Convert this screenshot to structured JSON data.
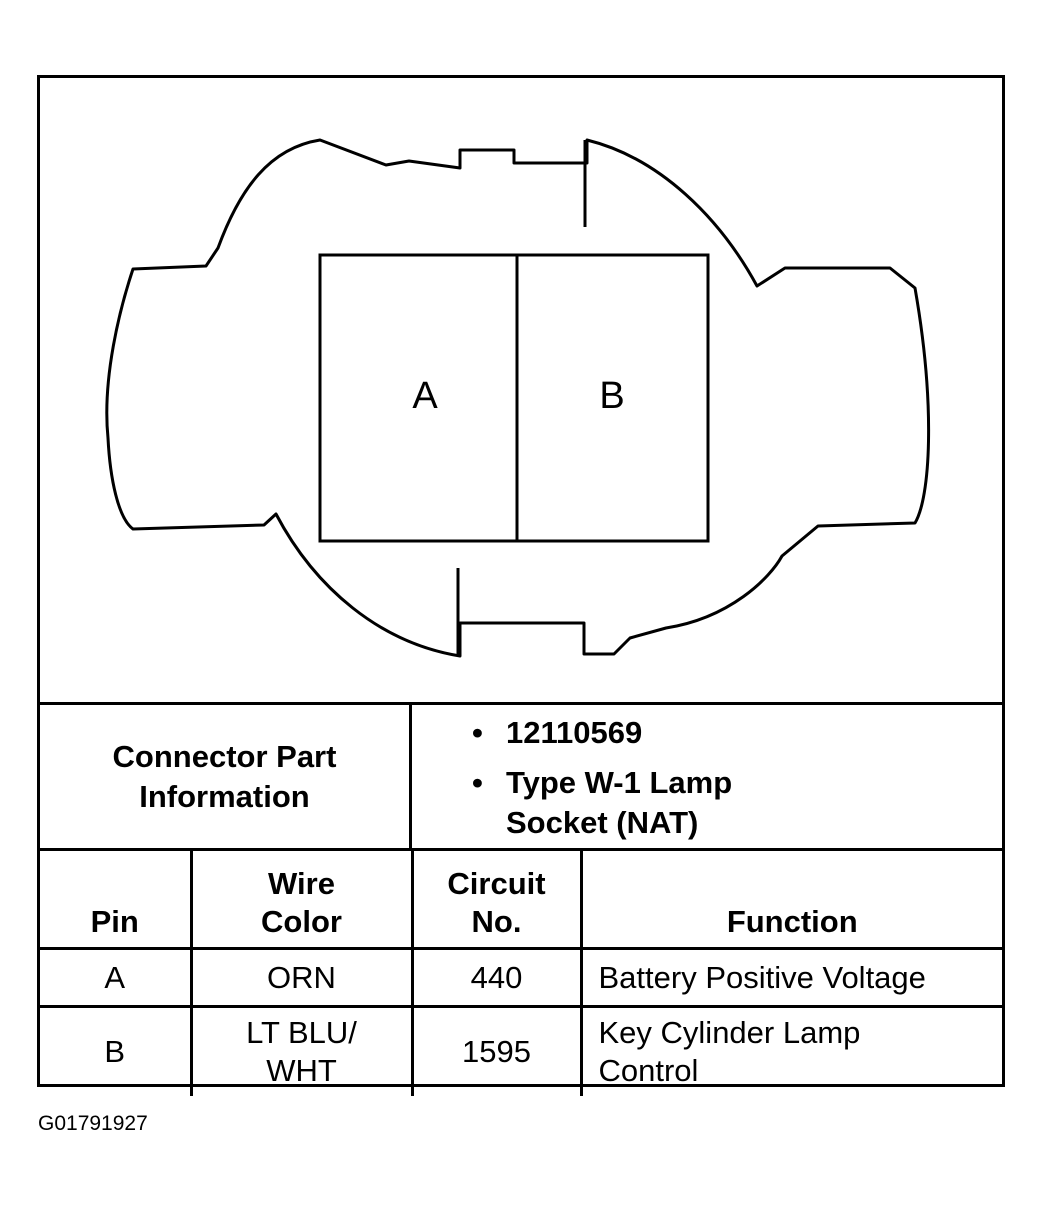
{
  "diagram": {
    "cavities": [
      {
        "label": "A"
      },
      {
        "label": "B"
      }
    ]
  },
  "info": {
    "label_line1": "Connector Part",
    "label_line2": "Information",
    "bullet_symbol": "•",
    "part_number": "12110569",
    "type_line1": "Type W-1 Lamp",
    "type_line2": "Socket (NAT)"
  },
  "table": {
    "headers": {
      "pin": "Pin",
      "wire_line1": "Wire",
      "wire_line2": "Color",
      "circuit_line1": "Circuit",
      "circuit_line2": "No.",
      "function": "Function"
    },
    "rows": [
      {
        "pin": "A",
        "wire_line1": "ORN",
        "wire_line2": "",
        "circuit": "440",
        "function_line1": "Battery Positive Voltage",
        "function_line2": ""
      },
      {
        "pin": "B",
        "wire_line1": "LT BLU/",
        "wire_line2": "WHT",
        "circuit": "1595",
        "function_line1": "Key Cylinder Lamp",
        "function_line2": "Control"
      }
    ]
  },
  "figure_id": "G01791927"
}
